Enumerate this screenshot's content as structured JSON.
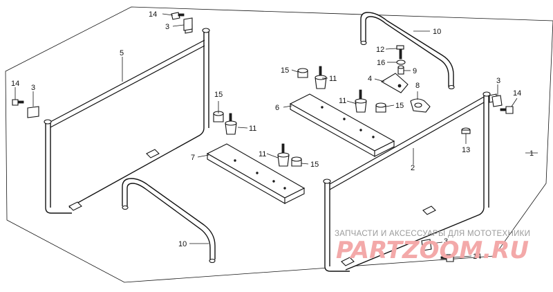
{
  "labels": {
    "l1": "1",
    "l2": "2",
    "l3a": "3",
    "l3b": "3",
    "l3c": "3",
    "l3d": "3",
    "l4": "4",
    "l5": "5",
    "l6": "6",
    "l7": "7",
    "l8": "8",
    "l9": "9",
    "l10a": "10",
    "l10b": "10",
    "l11a": "11",
    "l11b": "11",
    "l11c": "11",
    "l11d": "11",
    "l12": "12",
    "l13": "13",
    "l14a": "14",
    "l14b": "14",
    "l14c": "14",
    "l14d": "14",
    "l15a": "15",
    "l15b": "15",
    "l15c": "15",
    "l15d": "15",
    "l16": "16"
  },
  "watermark": {
    "caption": "ЗАПЧАСТИ И АКСЕССУАРЫ ДЛЯ МОТОТЕХНИКИ",
    "logo": "PARTZOOM.RU"
  },
  "colors": {
    "line": "#111111",
    "watermark_text": "#9a9a9a",
    "watermark_logo": "#f3a9a9"
  }
}
